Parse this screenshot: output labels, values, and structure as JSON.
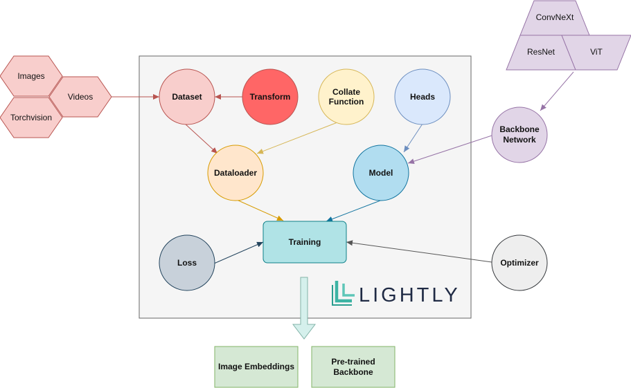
{
  "sources": {
    "images": "Images",
    "videos": "Videos",
    "torchvision": "Torchvision"
  },
  "backbones": {
    "convnext": "ConvNeXt",
    "resnet": "ResNet",
    "vit": "ViT"
  },
  "nodes": {
    "dataset": "Dataset",
    "transform": "Transform",
    "collate_line1": "Collate",
    "collate_line2": "Function",
    "heads": "Heads",
    "backbone_line1": "Backbone",
    "backbone_line2": "Network",
    "dataloader": "Dataloader",
    "model": "Model",
    "training": "Training",
    "loss": "Loss",
    "optimizer": "Optimizer"
  },
  "outputs": {
    "embeddings": "Image Embeddings",
    "pretrained_line1": "Pre-trained",
    "pretrained_line2": "Backbone"
  },
  "logo": {
    "text": "LIGHTLY"
  },
  "colors": {
    "red_fill": "#f8cecc",
    "red_stroke": "#b85450",
    "transform_fill": "#ff6666",
    "yellow_fill": "#fff2cc",
    "yellow_stroke": "#d6b656",
    "orange_fill": "#ffe6cc",
    "orange_stroke": "#d79b00",
    "blue_light_fill": "#dae8fc",
    "blue_stroke": "#6c8ebf",
    "model_fill": "#b1ddf0",
    "model_stroke": "#10739e",
    "purple_fill": "#e1d5e7",
    "purple_stroke": "#9673a6",
    "training_fill": "#b0e3e6",
    "training_stroke": "#0e8088",
    "loss_fill": "#c8d1da",
    "loss_stroke": "#23445d",
    "gray_fill": "#eeeeee",
    "gray_stroke": "#36393d",
    "green_fill": "#d5e8d4",
    "green_stroke": "#82b366",
    "logo_teal": "#3cb4a4"
  }
}
